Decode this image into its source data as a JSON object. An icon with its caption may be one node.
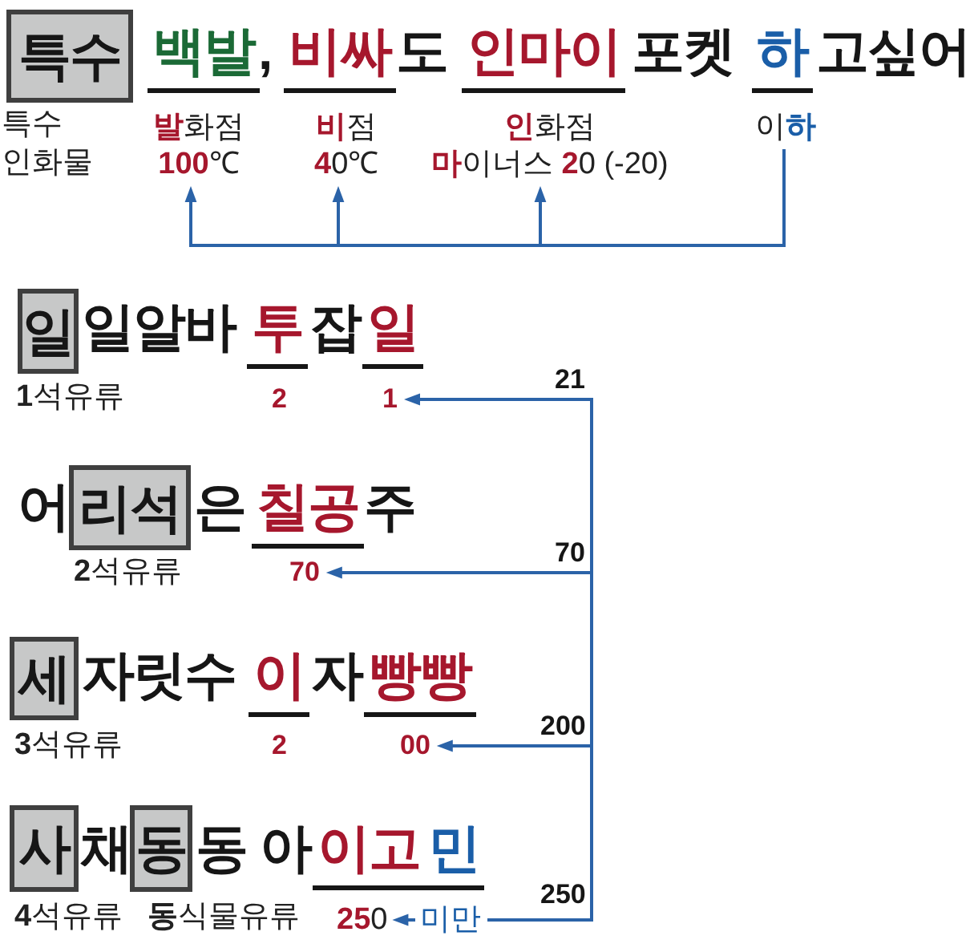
{
  "diagram": {
    "nodes": [
      {
        "text": [
          "특수"
        ],
        "beside": [
          "특수 인화물"
        ]
      },
      {
        "text": [
          "**발**화점",
          "**100**℃"
        ]
      },
      {
        "text": [
          "**비**점",
          "**4**0℃"
        ]
      },
      {
        "text": [
          "**인**화점",
          "**마**이너스 **2**0 (-20)"
        ]
      },
      {
        "text": [
          "이**하**"
        ]
      },
      {
        "text": [
          "일"
        ],
        "beside": [
          "**1**석유류"
        ]
      },
      {
        "text": [
          "1"
        ]
      },
      {
        "text": [
          "리석"
        ],
        "beside": [
          "**2**석유류"
        ]
      },
      {
        "text": [
          "70"
        ]
      },
      {
        "text": [
          "세"
        ],
        "beside": [
          "**3**석유류"
        ]
      },
      {
        "text": [
          "00"
        ]
      },
      {
        "text": [
          "사"
        ],
        "beside": [
          "**4**석유류"
        ]
      },
      {
        "text": [
          "동"
        ],
        "beside": [
          "**동**식물유류"
        ]
      },
      {
        "text": [
          "**25**0"
        ]
      },
      {
        "text": [
          "미만"
        ]
      }
    ],
    "edges": [
      {
        "from": 4,
        "to": 1,
        "arrow": "to"
      },
      {
        "from": 4,
        "to": 2,
        "arrow": "to"
      },
      {
        "from": 4,
        "to": 3,
        "arrow": "to"
      },
      {
        "from": 14,
        "to": 6,
        "arrow": "to",
        "label": "21"
      },
      {
        "from": 14,
        "to": 8,
        "arrow": "to",
        "label": "70"
      },
      {
        "from": 14,
        "to": 10,
        "arrow": "to",
        "label": "200"
      },
      {
        "from": 14,
        "to": 13,
        "arrow": "to"
      }
    ],
    "labels": [
      "백발",
      ",",
      "비싸",
      "도",
      "인마이",
      "포켓",
      "하",
      "고싶어",
      "일알바",
      "투",
      "잡",
      "일",
      "2",
      "어",
      "은",
      "칠공",
      "주",
      "자릿수",
      "이",
      "자",
      "빵빵",
      "2",
      "채",
      "동 아",
      "이고",
      "민",
      "250"
    ]
  }
}
